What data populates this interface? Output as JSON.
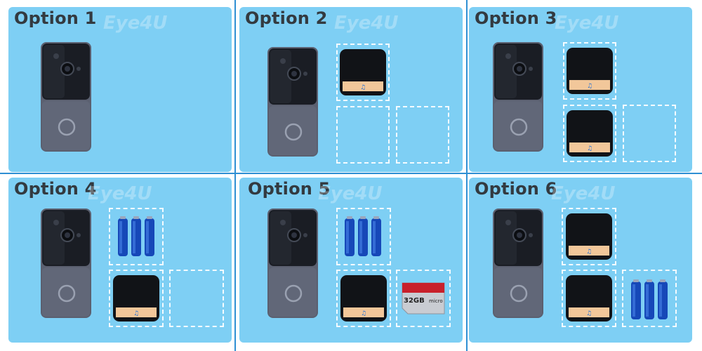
{
  "panels": [
    {
      "title": "Option 1",
      "watermark": "Eye4U",
      "contents": [
        "doorbell"
      ]
    },
    {
      "title": "Option 2",
      "watermark": "Eye4U",
      "contents": [
        "doorbell",
        "chime"
      ]
    },
    {
      "title": "Option 3",
      "watermark": "Eye4U",
      "contents": [
        "doorbell",
        "chime",
        "chime"
      ]
    },
    {
      "title": "Option 4",
      "watermark": "Eye4U",
      "contents": [
        "doorbell",
        "batteries",
        "chime"
      ]
    },
    {
      "title": "Option 5",
      "watermark": "Eye4U",
      "contents": [
        "doorbell",
        "batteries",
        "chime",
        "sd-card"
      ]
    },
    {
      "title": "Option 6",
      "watermark": "Eye4U",
      "contents": [
        "doorbell",
        "chime",
        "chime",
        "batteries"
      ]
    }
  ],
  "sd_card": {
    "capacity": "32GB",
    "brand": "micro"
  },
  "colors": {
    "panel": "#7ecff4",
    "divider": "#2f8fd3",
    "title": "#333a40",
    "doorbell_body": "#5b6070",
    "doorbell_face": "#1a1d24",
    "chime_accent": "#f2c79a"
  }
}
